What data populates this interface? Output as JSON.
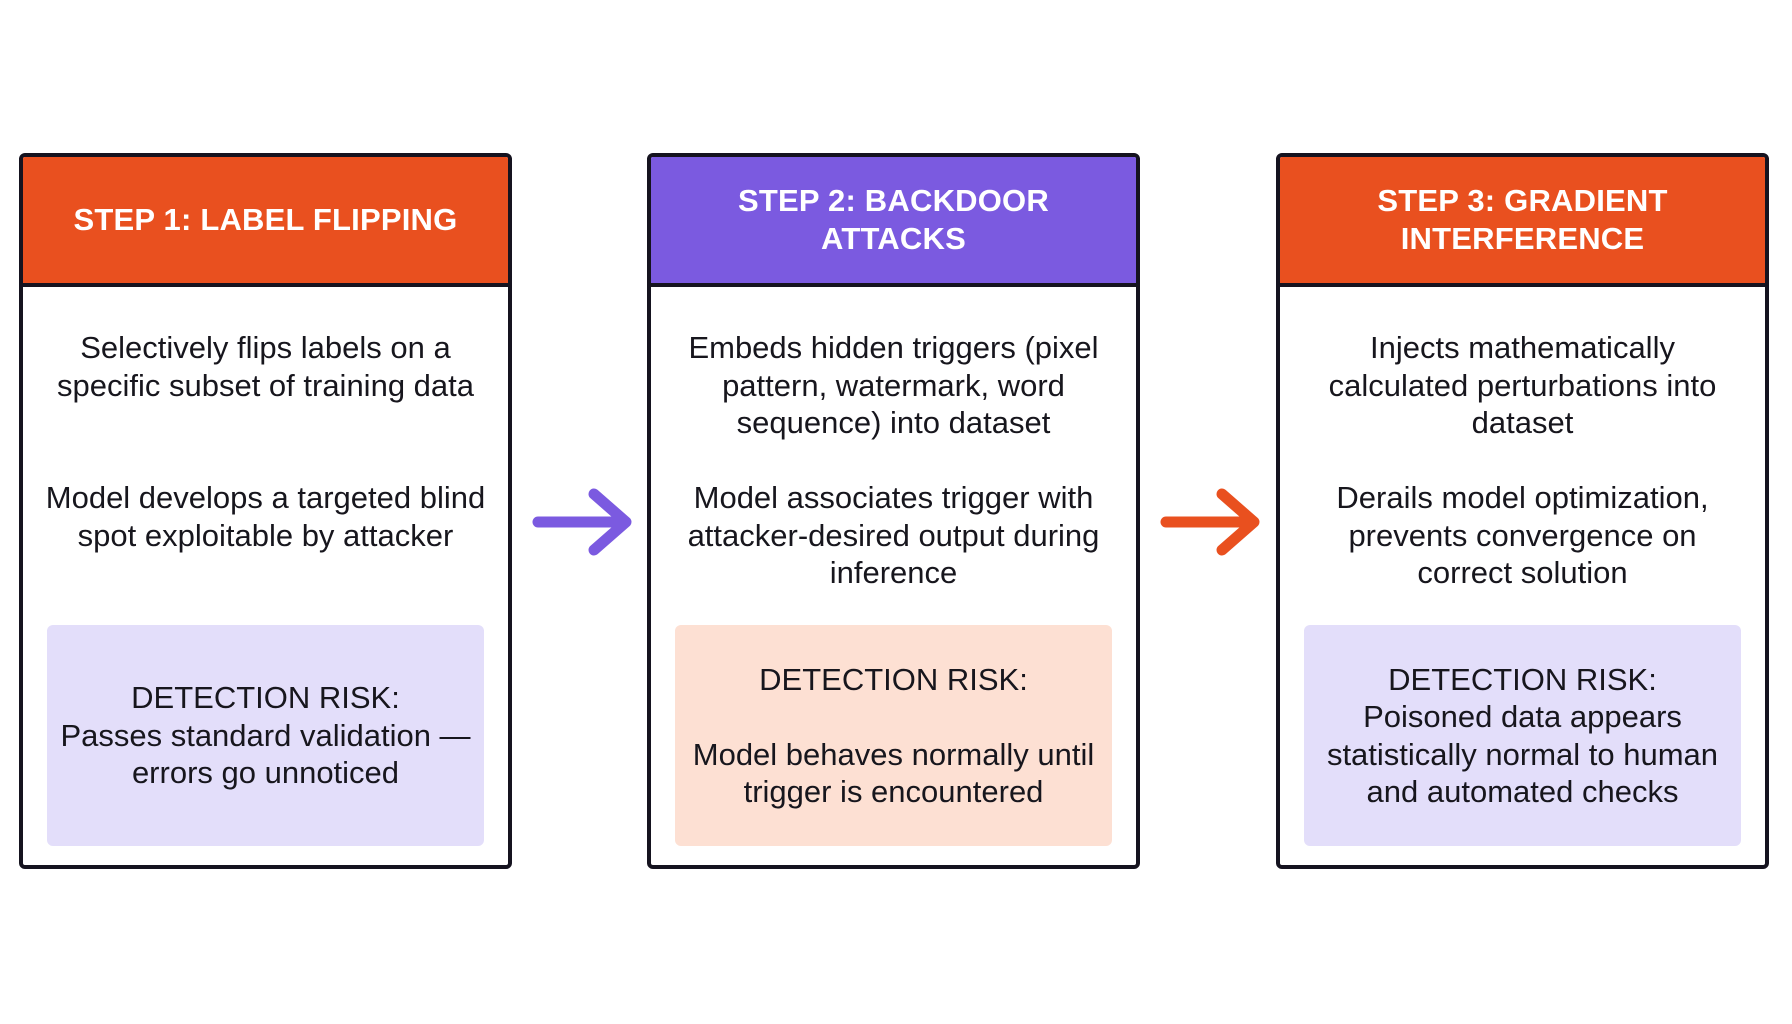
{
  "colors": {
    "orange": "#e9501f",
    "purple": "#7b5ae0",
    "lavender": "#e3defa",
    "peach": "#fde0d3",
    "border": "#15131f"
  },
  "steps": [
    {
      "title": "STEP 1: LABEL FLIPPING",
      "header_color": "#e9501f",
      "description": "Selectively flips labels on a specific subset of training data",
      "effect": "Model develops a targeted blind spot exploitable by attacker",
      "risk_label": "DETECTION RISK:",
      "risk_text": "Passes standard validation — errors go unnoticed",
      "risk_bg": "#e3defa"
    },
    {
      "title": "STEP 2: BACKDOOR ATTACKS",
      "header_color": "#7b5ae0",
      "description": "Embeds hidden triggers (pixel pattern, watermark, word sequence) into dataset",
      "effect": "Model associates trigger with attacker-desired output during inference",
      "risk_label": "DETECTION RISK:",
      "risk_text": "Model behaves normally until trigger is encountered",
      "risk_bg": "#fde0d3"
    },
    {
      "title": "STEP 3: GRADIENT INTERFERENCE",
      "header_color": "#e9501f",
      "description": "Injects mathematically calculated perturbations into dataset",
      "effect": "Derails model optimization, prevents convergence on correct solution",
      "risk_label": "DETECTION RISK:",
      "risk_text": "Poisoned data appears statistically normal to human and automated checks",
      "risk_bg": "#e3defa"
    }
  ],
  "arrows": [
    {
      "icon": "arrow-right-icon",
      "color": "#7b5ae0"
    },
    {
      "icon": "arrow-right-icon",
      "color": "#e9501f"
    }
  ]
}
